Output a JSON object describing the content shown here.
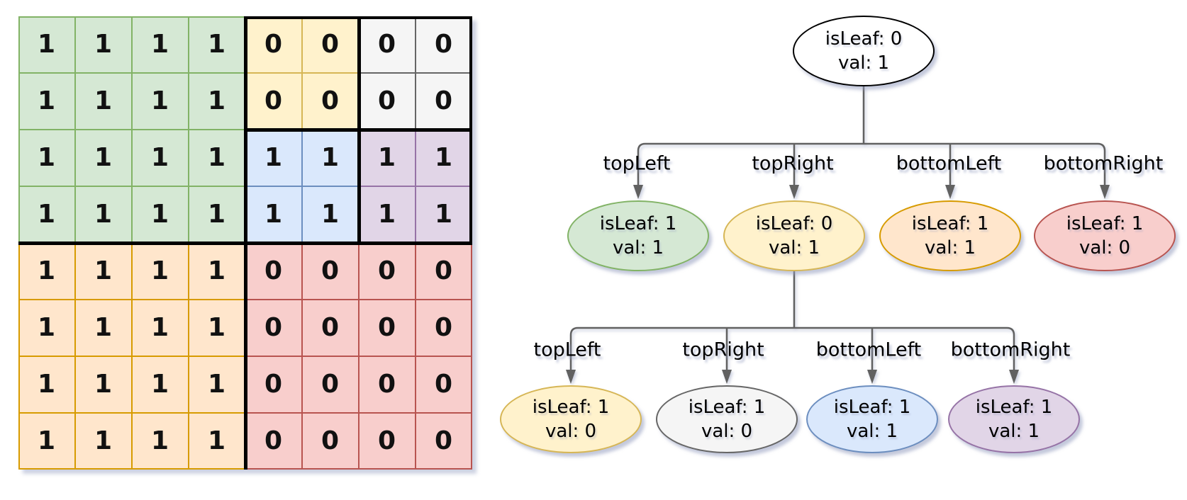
{
  "palette": {
    "green": {
      "fill": "#d5e8d4",
      "stroke": "#82b366"
    },
    "yellow": {
      "fill": "#fff2cc",
      "stroke": "#d6b656"
    },
    "orange": {
      "fill": "#ffe6cc",
      "stroke": "#d79b00"
    },
    "red": {
      "fill": "#f8cecc",
      "stroke": "#b85450"
    },
    "blue": {
      "fill": "#dae8fc",
      "stroke": "#6c8ebf"
    },
    "purple": {
      "fill": "#e1d5e7",
      "stroke": "#9673a6"
    },
    "gray": {
      "fill": "#f5f5f5",
      "stroke": "#666666"
    },
    "white": {
      "fill": "#ffffff",
      "stroke": "#000000"
    }
  },
  "edge_color": "#616161",
  "matrix": {
    "values": [
      [
        1,
        1,
        1,
        1,
        0,
        0,
        0,
        0
      ],
      [
        1,
        1,
        1,
        1,
        0,
        0,
        0,
        0
      ],
      [
        1,
        1,
        1,
        1,
        1,
        1,
        1,
        1
      ],
      [
        1,
        1,
        1,
        1,
        1,
        1,
        1,
        1
      ],
      [
        1,
        1,
        1,
        1,
        0,
        0,
        0,
        0
      ],
      [
        1,
        1,
        1,
        1,
        0,
        0,
        0,
        0
      ],
      [
        1,
        1,
        1,
        1,
        0,
        0,
        0,
        0
      ],
      [
        1,
        1,
        1,
        1,
        0,
        0,
        0,
        0
      ]
    ],
    "regions": [
      {
        "name": "topLeft",
        "color": "green",
        "row": 0,
        "col": 0,
        "rows": 4,
        "cols": 4
      },
      {
        "name": "topRight-topLeft",
        "color": "yellow",
        "row": 0,
        "col": 4,
        "rows": 2,
        "cols": 2
      },
      {
        "name": "topRight-topRight",
        "color": "gray",
        "row": 0,
        "col": 6,
        "rows": 2,
        "cols": 2
      },
      {
        "name": "topRight-bottomLeft",
        "color": "blue",
        "row": 2,
        "col": 4,
        "rows": 2,
        "cols": 2
      },
      {
        "name": "topRight-bottomRight",
        "color": "purple",
        "row": 2,
        "col": 6,
        "rows": 2,
        "cols": 2
      },
      {
        "name": "bottomLeft",
        "color": "orange",
        "row": 4,
        "col": 0,
        "rows": 4,
        "cols": 4
      },
      {
        "name": "bottomRight",
        "color": "red",
        "row": 4,
        "col": 4,
        "rows": 4,
        "cols": 4
      }
    ]
  },
  "tree": {
    "root": {
      "color": "white",
      "lines": [
        "isLeaf: 0",
        "val: 1"
      ]
    },
    "level1": [
      {
        "edge_label": "topLeft",
        "color": "green",
        "lines": [
          "isLeaf: 1",
          "val: 1"
        ]
      },
      {
        "edge_label": "topRight",
        "color": "yellow",
        "lines": [
          "isLeaf: 0",
          "val: 1"
        ]
      },
      {
        "edge_label": "bottomLeft",
        "color": "orange",
        "lines": [
          "isLeaf: 1",
          "val: 1"
        ]
      },
      {
        "edge_label": "bottomRight",
        "color": "red",
        "lines": [
          "isLeaf: 1",
          "val: 0"
        ]
      }
    ],
    "level2_parent": "topRight",
    "level2": [
      {
        "edge_label": "topLeft",
        "color": "yellow",
        "lines": [
          "isLeaf: 1",
          "val: 0"
        ]
      },
      {
        "edge_label": "topRight",
        "color": "gray",
        "lines": [
          "isLeaf: 1",
          "val: 0"
        ]
      },
      {
        "edge_label": "bottomLeft",
        "color": "blue",
        "lines": [
          "isLeaf: 1",
          "val: 1"
        ]
      },
      {
        "edge_label": "bottomRight",
        "color": "purple",
        "lines": [
          "isLeaf: 1",
          "val: 1"
        ]
      }
    ]
  }
}
